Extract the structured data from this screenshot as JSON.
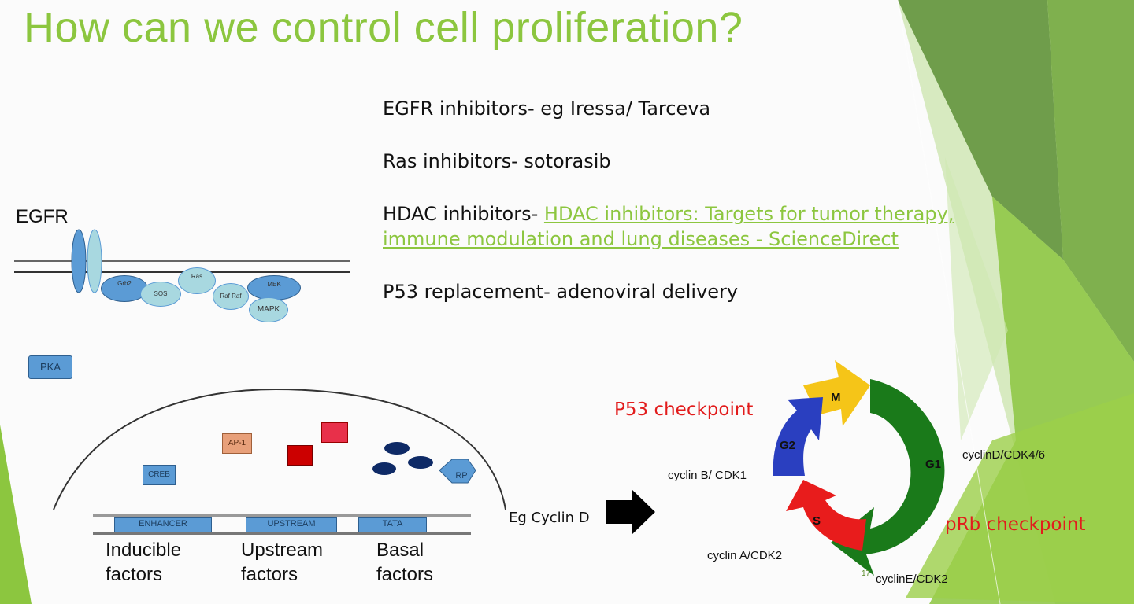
{
  "slide": {
    "title": "How can we control cell proliferation?",
    "bullets": {
      "b1": "EGFR inhibitors- eg Iressa/ Tarceva",
      "b2": "Ras inhibitors- sotorasib",
      "b3_prefix": "HDAC inhibitors- ",
      "b3_link_line1": "HDAC inhibitors: Targets for tumor therapy,",
      "b3_link_line2": "immune modulation and lung diseases - ScienceDirect",
      "b4": "P53 replacement- adenoviral delivery"
    },
    "pathway": {
      "egfr_label": "EGFR",
      "grb2": "Grb2",
      "sos": "SOS",
      "ras": "Ras",
      "raf": "Raf Raf",
      "mek": "MEK",
      "mapk": "MAPK",
      "pka": "PKA",
      "creb": "CREB",
      "ap1": "AP-1",
      "rp": "RP",
      "enhancer": "ENHANCER",
      "upstream": "UPSTREAM",
      "tata": "TATA",
      "factors1_l1": "Inducible",
      "factors1_l2": "factors",
      "factors2_l1": "Upstream",
      "factors2_l2": "factors",
      "factors3_l1": "Basal",
      "factors3_l2": "factors"
    },
    "cycle": {
      "eg_cyclin_d": "Eg Cyclin D",
      "p53_checkpoint": "P53 checkpoint",
      "prb_checkpoint": "pRb checkpoint",
      "m": "M",
      "g1": "G1",
      "s": "S",
      "g2": "G2",
      "cyclin_b": "cyclin B/ CDK1",
      "cyclin_d": "cyclinD/CDK4/6",
      "cyclin_a": "cyclin A/CDK2",
      "cyclin_e": "cyclinE/CDK2",
      "footnote": "17"
    },
    "colors": {
      "accent": "#8cc63f",
      "checkpoint": "#e21c1c",
      "g1": "#1a7a1a",
      "m": "#f5c518",
      "s": "#e81c1c",
      "g2": "#2a3fc0"
    }
  }
}
